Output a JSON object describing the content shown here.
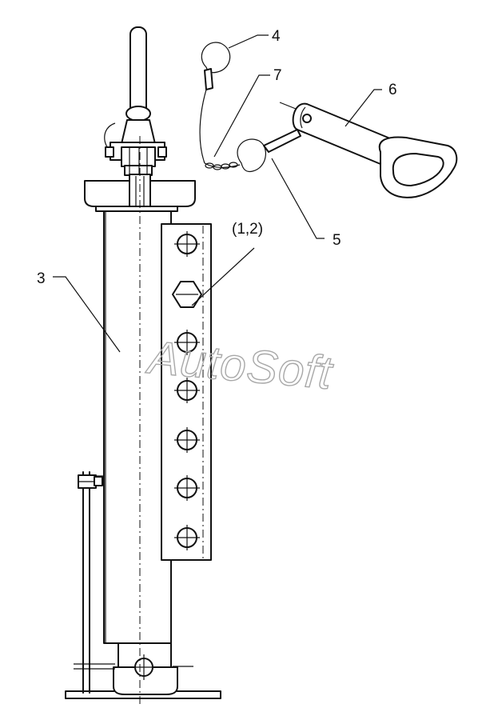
{
  "labels": {
    "part_1_2": "(1,2)",
    "part_3": "3",
    "part_4": "4",
    "part_5": "5",
    "part_6": "6",
    "part_7": "7"
  },
  "watermark": "AutoSoft"
}
